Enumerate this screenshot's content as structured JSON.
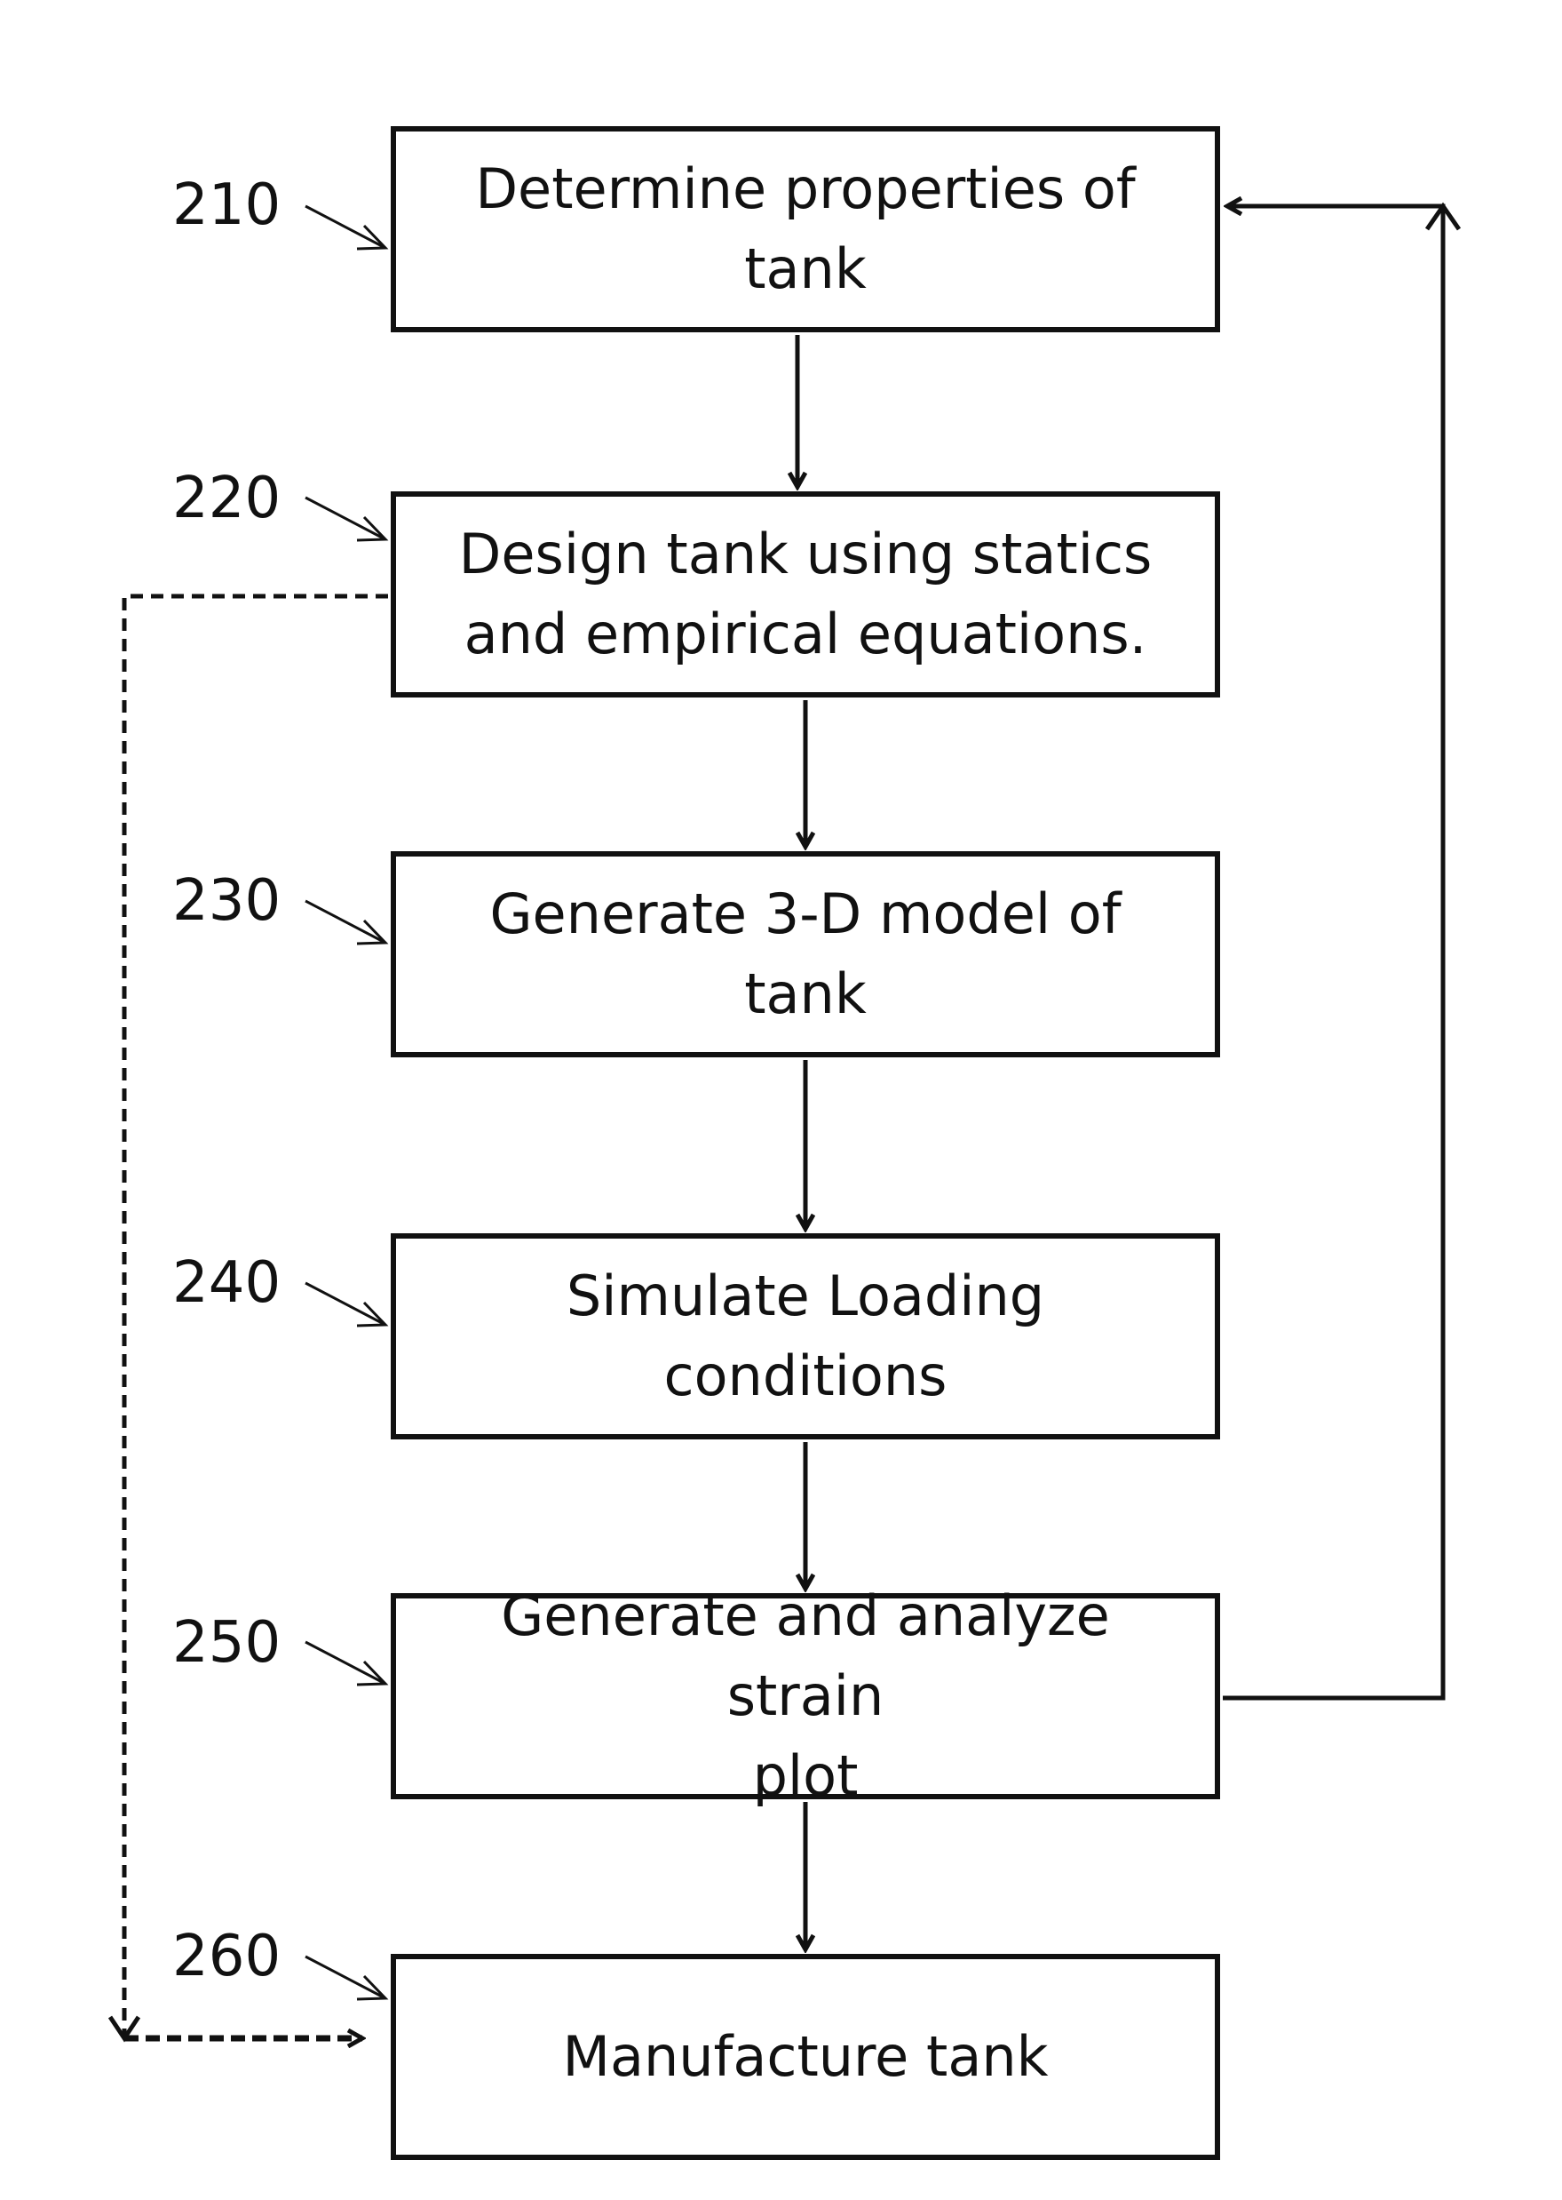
{
  "steps": [
    {
      "ref": "210",
      "text": "Determine properties of\ntank"
    },
    {
      "ref": "220",
      "text": "Design  tank using statics\nand empirical equations."
    },
    {
      "ref": "230",
      "text": "Generate 3-D model of tank"
    },
    {
      "ref": "240",
      "text": "Simulate Loading\nconditions"
    },
    {
      "ref": "250",
      "text": "Generate and analyze strain\nplot"
    },
    {
      "ref": "260",
      "text": "Manufacture tank"
    }
  ],
  "connections": [
    {
      "from": "210",
      "to": "220",
      "style": "solid"
    },
    {
      "from": "220",
      "to": "230",
      "style": "solid"
    },
    {
      "from": "230",
      "to": "240",
      "style": "solid"
    },
    {
      "from": "240",
      "to": "250",
      "style": "solid"
    },
    {
      "from": "250",
      "to": "260",
      "style": "solid"
    },
    {
      "from": "250",
      "to": "210",
      "style": "solid"
    },
    {
      "from": "220",
      "to": "260",
      "style": "dashed"
    }
  ],
  "colors": {
    "line": "#111111",
    "background": "#ffffff"
  }
}
